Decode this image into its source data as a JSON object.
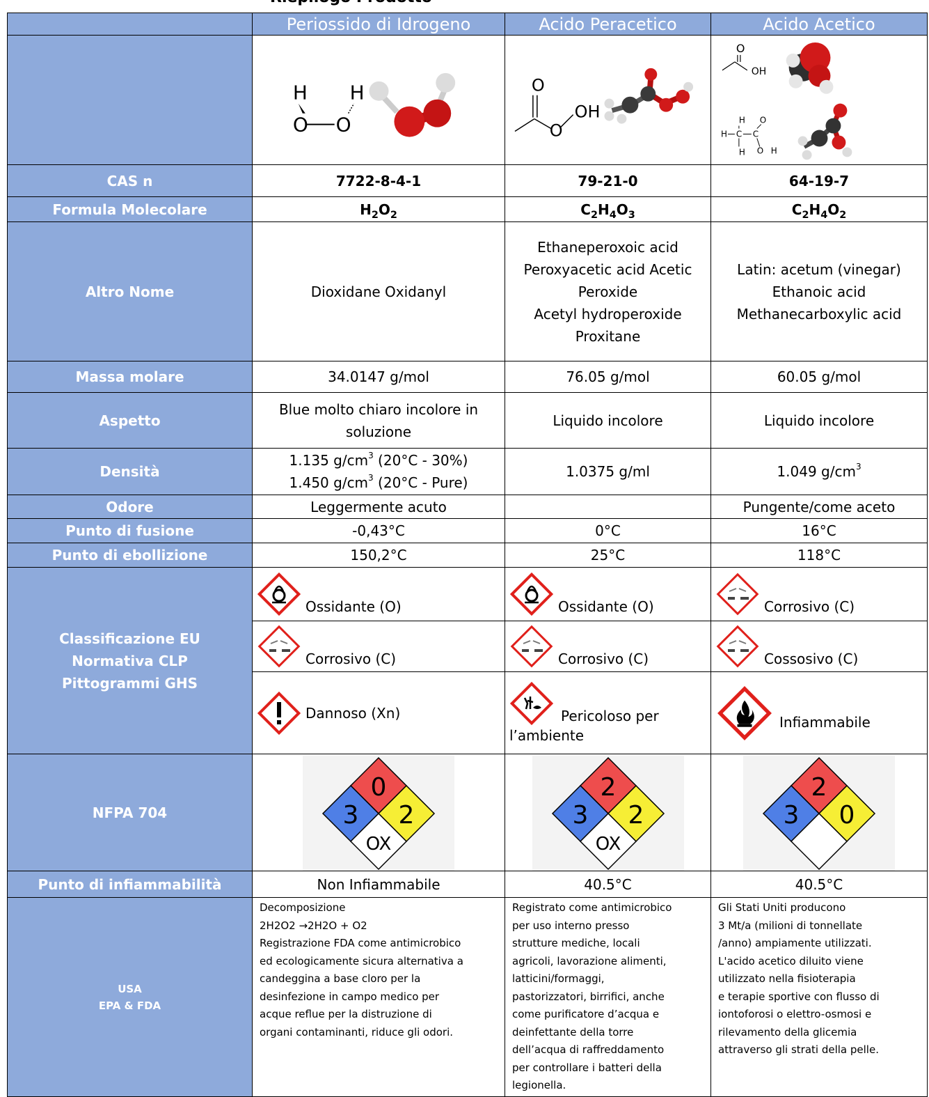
{
  "title": "Riepilogo Prodotto",
  "columns": [
    "Periossido di Idrogeno",
    "Acido Peracetico",
    "Acido Acetico"
  ],
  "rows": {
    "cas": {
      "label": "CAS n",
      "values": [
        "7722-8-4-1",
        "79-21-0",
        "64-19-7"
      ]
    },
    "formula": {
      "label": "Formula Molecolare",
      "values": [
        {
          "parts": [
            "H",
            "2",
            "O",
            "2"
          ]
        },
        {
          "parts": [
            "C",
            "2",
            "H",
            "4",
            "O",
            "3"
          ]
        },
        {
          "parts": [
            "C",
            "2",
            "H",
            "4",
            "O",
            "2"
          ]
        }
      ]
    },
    "altro_nome": {
      "label": "Altro Nome",
      "values": [
        [
          "Dioxidane Oxidanyl"
        ],
        [
          "Ethaneperoxoic acid",
          "Peroxyacetic acid Acetic",
          "Peroxide",
          "Acetyl hydroperoxide",
          "Proxitane"
        ],
        [
          "Latin: acetum (vinegar)",
          "Ethanoic acid",
          "Methanecarboxylic acid"
        ]
      ]
    },
    "massa": {
      "label": "Massa molare",
      "values": [
        "34.0147 g/mol",
        "76.05 g/mol",
        "60.05 g/mol"
      ]
    },
    "aspetto": {
      "label": "Aspetto",
      "values": [
        [
          "Blue molto chiaro incolore in",
          "soluzione"
        ],
        [
          "Liquido incolore"
        ],
        [
          "Liquido incolore"
        ]
      ]
    },
    "densita": {
      "label": "Densità",
      "col1_line1": {
        "pre": "1.135 g/cm",
        "sup": "3",
        "post": " (20°C - 30%)"
      },
      "col1_line2": {
        "pre": "1.450 g/cm",
        "sup": "3",
        "post": " (20°C - Pure)"
      },
      "col2": "1.0375 g/ml",
      "col3": {
        "pre": "1.049 g/cm",
        "sup": "3",
        "post": ""
      }
    },
    "odore": {
      "label": "Odore",
      "values": [
        "Leggermente acuto",
        "",
        "Pungente/come aceto"
      ]
    },
    "fusione": {
      "label": "Punto di fusione",
      "values": [
        "-0,43°C",
        "0°C",
        "16°C"
      ]
    },
    "ebollizione": {
      "label": "Punto di ebollizione",
      "values": [
        "150,2°C",
        "25°C",
        "118°C"
      ]
    },
    "classificazione": {
      "label_lines": [
        "Classificazione EU",
        "Normativa CLP",
        "Pittogrammi GHS"
      ],
      "grid": [
        [
          {
            "icon": "oxidizer-icon",
            "text": "Ossidante (O)"
          },
          {
            "icon": "oxidizer-icon",
            "text": "Ossidante (O)"
          },
          {
            "icon": "corrosive-icon",
            "text": "Corrosivo (C)"
          }
        ],
        [
          {
            "icon": "corrosive-icon",
            "text": "Corrosivo (C)"
          },
          {
            "icon": "corrosive-icon",
            "text": "Corrosivo (C)"
          },
          {
            "icon": "corrosive-icon",
            "text": "Cossosivo (C)"
          }
        ],
        [
          {
            "icon": "exclamation-icon",
            "text": "Dannoso (Xn)"
          },
          {
            "icon": "environment-icon",
            "text": "Pericoloso per",
            "text2": "l’ambiente"
          },
          {
            "icon": "flame-icon",
            "text": "Infiammabile"
          }
        ]
      ]
    },
    "nfpa": {
      "label": "NFPA 704",
      "values": [
        {
          "health": "3",
          "flammability": "0",
          "reactivity": "2",
          "special": "OX"
        },
        {
          "health": "3",
          "flammability": "2",
          "reactivity": "2",
          "special": "OX"
        },
        {
          "health": "3",
          "flammability": "2",
          "reactivity": "0",
          "special": ""
        }
      ],
      "colors": {
        "red": "#ee4d4d",
        "blue": "#4f7fe6",
        "yellow": "#f6ee35",
        "white": "#ffffff"
      }
    },
    "infiammabilita": {
      "label": "Punto di infiammabilità",
      "values": [
        "Non Infiammabile",
        "40.5°C",
        "40.5°C"
      ]
    },
    "usa": {
      "label_lines": [
        "USA",
        "EPA & FDA"
      ],
      "values": [
        [
          "Decomposizione",
          "2H2O2 →2H2O + O2",
          "Registrazione FDA come antimicrobico",
          "ed ecologicamente sicura alternativa a",
          "candeggina a base cloro per la",
          "desinfezione in campo medico per",
          "acque reflue per la distruzione di",
          "organi contaminanti, riduce gli odori."
        ],
        [
          "Registrato come antimicrobico",
          "per uso interno presso",
          "strutture mediche, locali",
          "agricoli, lavorazione alimenti,",
          "latticini/formaggi,",
          "pastorizzatori, birrifici, anche",
          "come purificatore d’acqua e",
          "deinfettante della torre",
          "dell’acqua di raffreddamento",
          "per controllare i batteri della",
          "legionella."
        ],
        [
          "Gli Stati Uniti producono",
          "3 Mt/a (milioni di tonnellate",
          "/anno) ampiamente utilizzati.",
          "L'acido acetico diluito viene",
          "utilizzato nella fisioterapia",
          "e terapie sportive con flusso di",
          "iontoforosi o elettro-osmosi e",
          "rilevamento della glicemia",
          "attraverso gli strati della pelle."
        ]
      ]
    },
    "structures": {
      "h2o2": {
        "atoms": [
          "H",
          "H",
          "O",
          "O"
        ]
      },
      "paa": {
        "atoms": [
          "O",
          "O",
          "OH"
        ]
      },
      "aa_top": {
        "atoms": [
          "O",
          "OH"
        ]
      },
      "aa_bottom": {
        "atoms": [
          "H",
          "H",
          "H",
          "C",
          "C",
          "O",
          "O",
          "H"
        ]
      }
    },
    "colors": {
      "header_bg": "#8eaadb",
      "hazard_red": "#e0201b",
      "oxygen_red": "#d11a1a"
    }
  }
}
